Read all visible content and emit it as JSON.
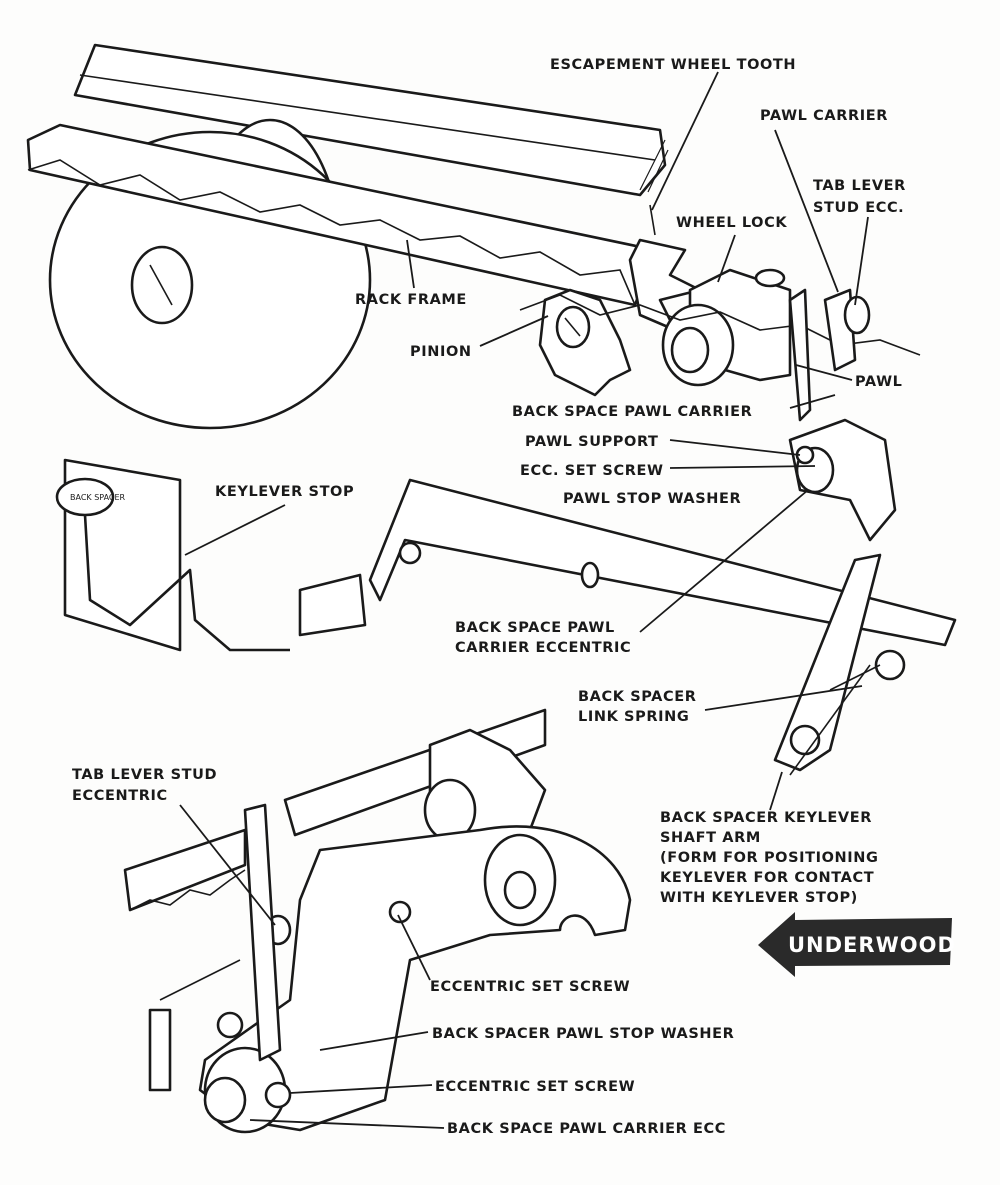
{
  "labels": {
    "escapement_wheel_tooth": "ESCAPEMENT WHEEL TOOTH",
    "pawl_carrier": "PAWL CARRIER",
    "tab_lever_stud_ecc_1": "TAB LEVER",
    "tab_lever_stud_ecc_2": "STUD ECC.",
    "wheel_lock": "WHEEL LOCK",
    "rack_frame": "RACK FRAME",
    "pinion": "PINION",
    "pawl": "PAWL",
    "back_space_pawl_carrier": "BACK SPACE PAWL CARRIER",
    "pawl_support": "PAWL SUPPORT",
    "ecc_set_screw": "ECC. SET SCREW",
    "pawl_stop_washer": "PAWL STOP WASHER",
    "keylever_stop": "KEYLEVER STOP",
    "back_space_pawl_carrier_eccentric_1": "BACK SPACE PAWL",
    "back_space_pawl_carrier_eccentric_2": "CARRIER ECCENTRIC",
    "back_spacer_link_spring_1": "BACK SPACER",
    "back_spacer_link_spring_2": "LINK SPRING",
    "shaft_arm_1": "BACK SPACER KEYLEVER",
    "shaft_arm_2": "SHAFT ARM",
    "shaft_arm_3": "(FORM FOR POSITIONING",
    "shaft_arm_4": "KEYLEVER FOR CONTACT",
    "shaft_arm_5": "WITH KEYLEVER STOP)",
    "tab_lever_stud_eccentric_1": "TAB LEVER STUD",
    "tab_lever_stud_eccentric_2": "ECCENTRIC",
    "eccentric_set_screw_1": "ECCENTRIC SET SCREW",
    "back_spacer_pawl_stop_washer": "BACK SPACER PAWL STOP WASHER",
    "eccentric_set_screw_2": "ECCENTRIC SET SCREW",
    "back_space_pawl_carrier_ecc": "BACK SPACE PAWL CARRIER ECC"
  },
  "logo": {
    "text": "UNDERWOOD",
    "direction": "left-arrow"
  },
  "key_top_text": "BACK SPACER"
}
